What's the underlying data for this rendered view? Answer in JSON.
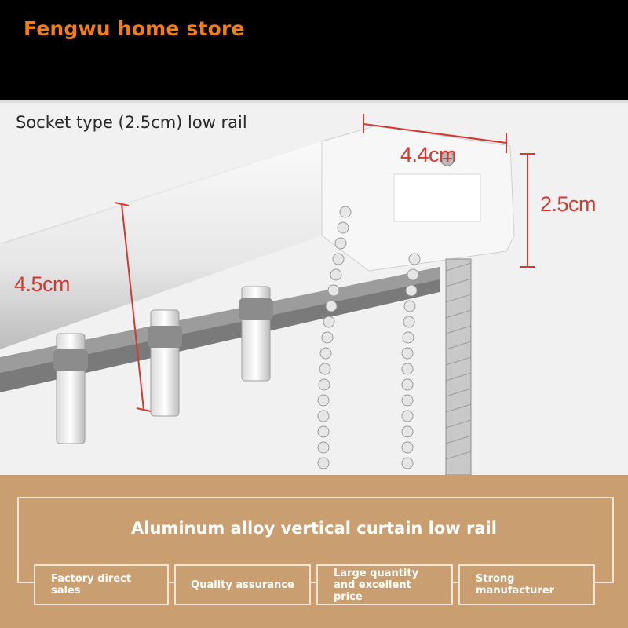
{
  "store_name": "Fengwu home store",
  "rail_type_label": "Socket type (2.5cm) low rail",
  "dimensions": {
    "width": "4.4cm",
    "height": "2.5cm",
    "hook": "4.5cm"
  },
  "headline": "Aluminum alloy vertical curtain low rail",
  "features": [
    "Factory direct sales",
    "Quality assurance",
    "Large quantity and excellent price",
    "Strong manufacturer"
  ],
  "colors": {
    "brand_orange": "#ef7f1a",
    "panel_tan": "#c99f71",
    "dimension_red": "#d03a32",
    "frame_cream": "#f3e6d4"
  }
}
